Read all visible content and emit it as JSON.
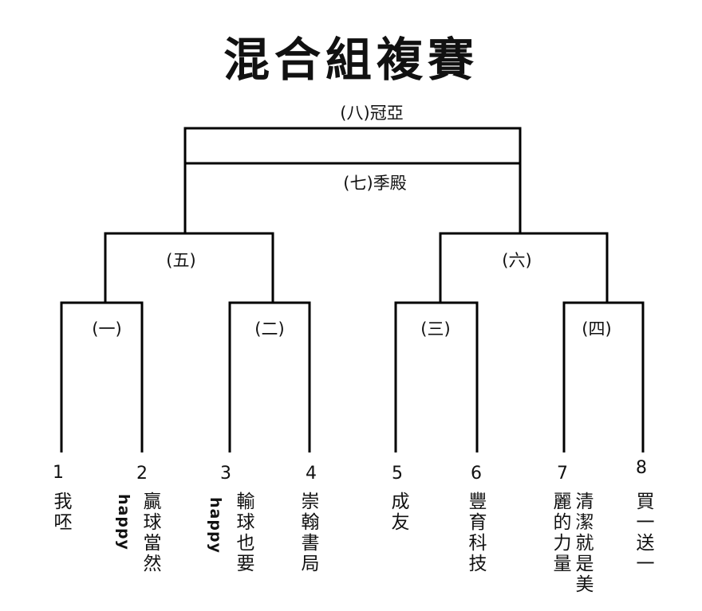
{
  "title": "混合組複賽",
  "matches": {
    "m8": "(八)冠亞",
    "m7": "(七)季殿",
    "m5": "(五)",
    "m6": "(六)",
    "m1": "(一)",
    "m2": "(二)",
    "m3": "(三)",
    "m4": "(四)"
  },
  "teams": [
    {
      "number": "1",
      "name": "我呸",
      "extra": ""
    },
    {
      "number": "2",
      "name": "贏球當然",
      "extra": "happy"
    },
    {
      "number": "3",
      "name": "輸球也要",
      "extra": "happy"
    },
    {
      "number": "4",
      "name": "崇翰書局",
      "extra": ""
    },
    {
      "number": "5",
      "name": "成友",
      "extra": ""
    },
    {
      "number": "6",
      "name": "豐育科技",
      "extra": ""
    },
    {
      "number": "7",
      "name": "清潔就是美麗的力量",
      "extra": ""
    },
    {
      "number": "8",
      "name": "買一送一",
      "extra": ""
    }
  ]
}
